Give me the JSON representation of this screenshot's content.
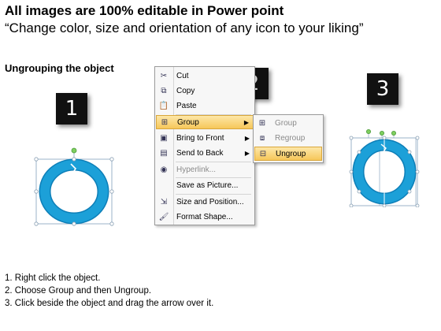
{
  "header": {
    "title": "All images are 100% editable in Power point",
    "subtitle": "“Change color, size and orientation of any icon to your liking”"
  },
  "section": {
    "title": "Ungrouping the object"
  },
  "steps": {
    "one": "1",
    "two": "2",
    "three": "3"
  },
  "colors": {
    "ring": "#1ca0d8",
    "ring_stroke": "#0e7fb8",
    "handle_green": "#7fcf5f",
    "menu_highlight": "#f8d374"
  },
  "context_menu": {
    "items": [
      {
        "label": "Cut",
        "icon": "scissors-icon"
      },
      {
        "label": "Copy",
        "icon": "copy-icon"
      },
      {
        "label": "Paste",
        "icon": "paste-icon"
      },
      {
        "label": "Group",
        "icon": "group-icon",
        "submenu": true,
        "active": true
      },
      {
        "label": "Bring to Front",
        "icon": "bring-front-icon",
        "submenu": true
      },
      {
        "label": "Send to Back",
        "icon": "send-back-icon",
        "submenu": true
      },
      {
        "label": "Hyperlink...",
        "icon": "hyperlink-icon",
        "disabled": true
      },
      {
        "label": "Save as Picture...",
        "icon": "none"
      },
      {
        "label": "Size and Position...",
        "icon": "size-position-icon"
      },
      {
        "label": "Format Shape...",
        "icon": "format-shape-icon"
      }
    ]
  },
  "submenu": {
    "items": [
      {
        "label": "Group",
        "icon": "group-icon",
        "disabled": true
      },
      {
        "label": "Regroup",
        "icon": "regroup-icon",
        "disabled": true
      },
      {
        "label": "Ungroup",
        "icon": "ungroup-icon",
        "active": true
      }
    ]
  },
  "instructions": [
    "1.  Right click the object.",
    "2.  Choose Group and then Ungroup.",
    "3.  Click beside the object and drag the arrow over it."
  ]
}
